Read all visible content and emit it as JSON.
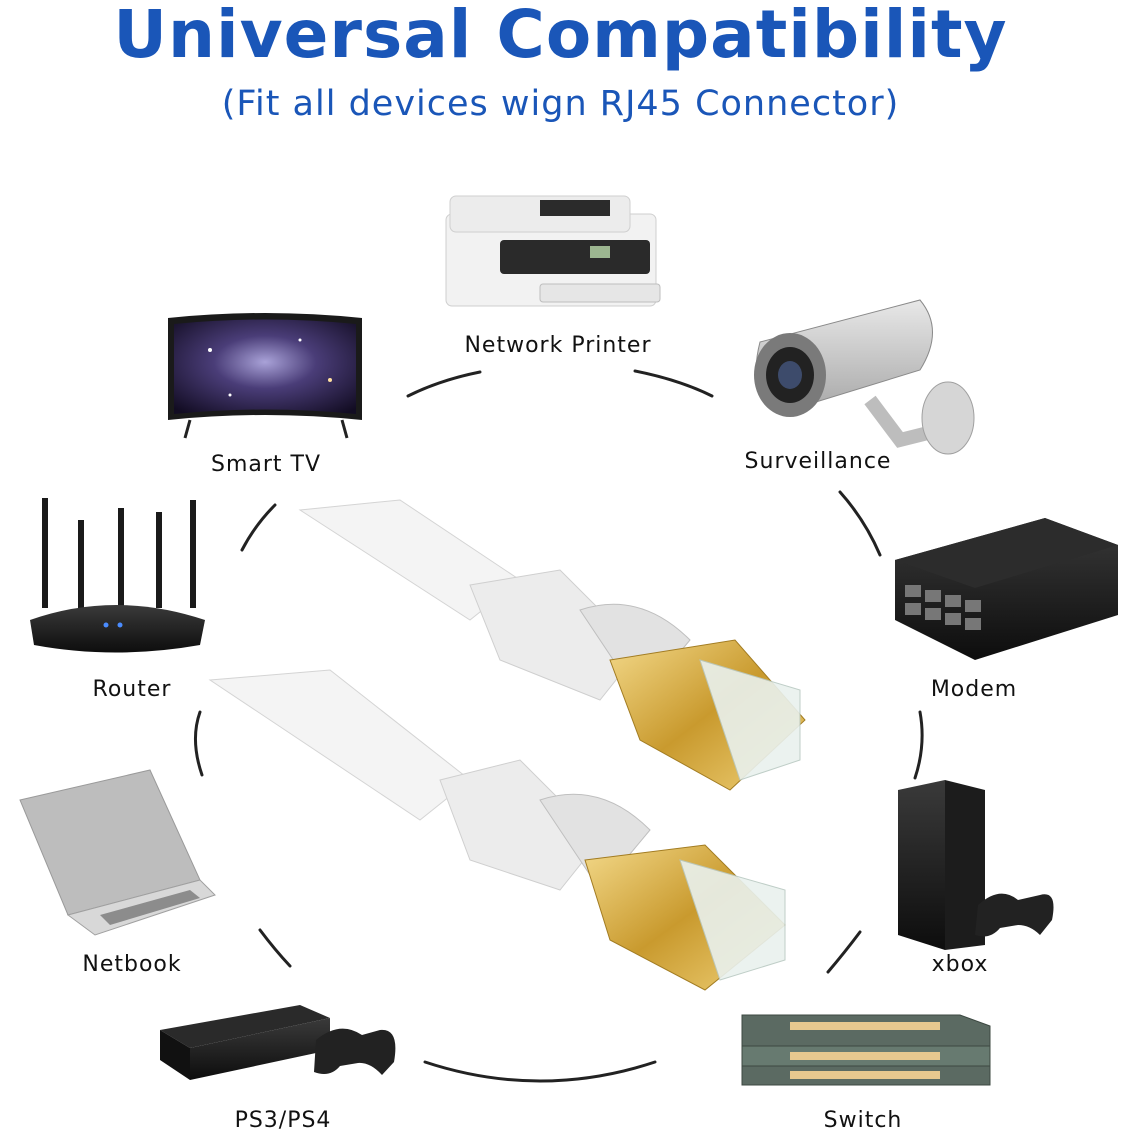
{
  "header": {
    "title": "Universal Compatibility",
    "subtitle": "(Fit all devices wign RJ45 Connector)"
  },
  "devices": [
    {
      "label": "Network Printer",
      "icon": "printer-icon"
    },
    {
      "label": "Smart TV",
      "icon": "tv-icon"
    },
    {
      "label": "Surveillance",
      "icon": "camera-icon"
    },
    {
      "label": "Router",
      "icon": "router-icon"
    },
    {
      "label": "Modem",
      "icon": "modem-icon"
    },
    {
      "label": "Netbook",
      "icon": "laptop-icon"
    },
    {
      "label": "xbox",
      "icon": "console-icon"
    },
    {
      "label": "PS3/PS4",
      "icon": "console-icon"
    },
    {
      "label": "Switch",
      "icon": "switch-icon"
    }
  ],
  "colors": {
    "accent": "#1a56b8",
    "gold": "#d9b44a",
    "cable": "#f4f4f4"
  }
}
